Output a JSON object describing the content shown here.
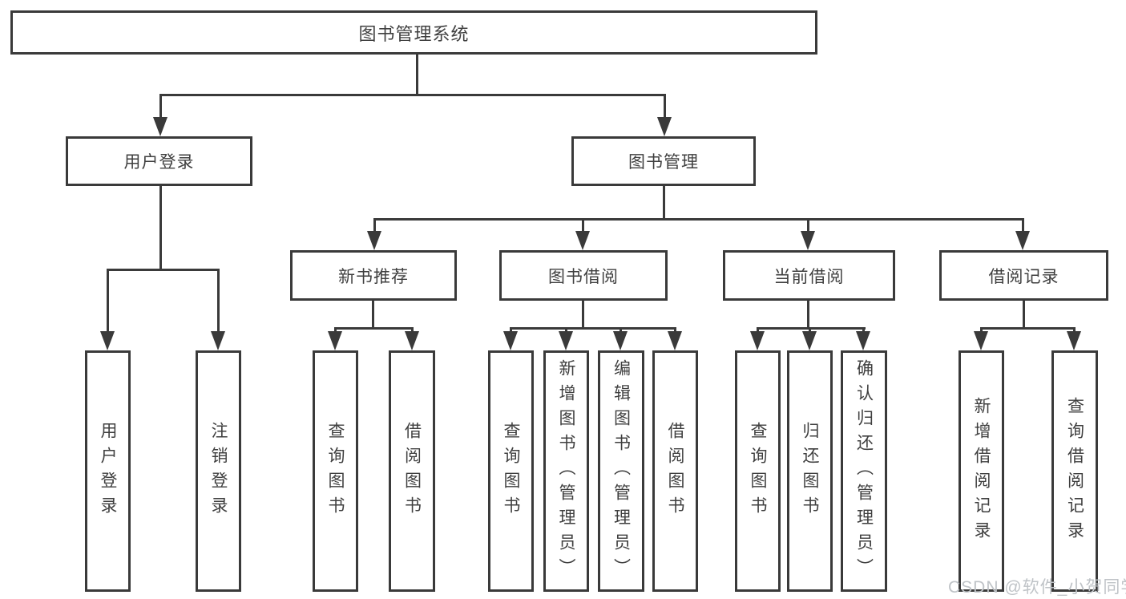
{
  "root": {
    "label": "图书管理系统"
  },
  "branches": [
    {
      "label": "用户登录",
      "leaves": [
        "用户登录",
        "注销登录"
      ]
    },
    {
      "label": "图书管理",
      "groups": [
        {
          "label": "新书推荐",
          "leaves": [
            "查询图书",
            "借阅图书"
          ]
        },
        {
          "label": "图书借阅",
          "leaves": [
            "查询图书",
            "新增图书（管理员）",
            "编辑图书（管理员）",
            "借阅图书"
          ]
        },
        {
          "label": "当前借阅",
          "leaves": [
            "查询图书",
            "归还图书",
            "确认归还（管理员）"
          ]
        },
        {
          "label": "借阅记录",
          "leaves": [
            "新增借阅记录",
            "查询借阅记录"
          ]
        }
      ]
    }
  ],
  "watermark": "CSDN @软件_小贺同学",
  "colors": {
    "line": "#3a3a3a",
    "text": "#3f3f3f",
    "watermark": "#bfc3c7",
    "background": "#ffffff"
  }
}
